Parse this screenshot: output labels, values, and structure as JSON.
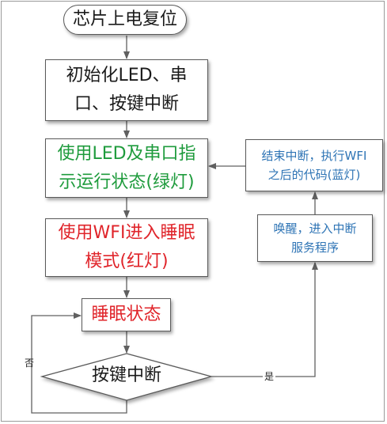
{
  "nodes": {
    "start": {
      "text": "芯片上电复位",
      "color": "#1a1a1a"
    },
    "init": {
      "lines": [
        "初始化LED、串",
        "口、按键中断"
      ],
      "color": "#1a1a1a"
    },
    "run": {
      "lines": [
        "使用LED及串口指",
        "示运行状态(绿灯)"
      ],
      "color": "#1e9b3c"
    },
    "sleepmode": {
      "lines": [
        "使用WFI进入睡眠",
        "模式(红灯)"
      ],
      "color": "#e0242a"
    },
    "sleep": {
      "text": "睡眠状态",
      "color": "#e0242a"
    },
    "decision": {
      "text": "按键中断",
      "color": "#1a1a1a"
    },
    "wake": {
      "lines": [
        "唤醒，进入中断",
        "服务程序"
      ],
      "color": "#2e74b5"
    },
    "after": {
      "lines": [
        "结束中断，执行WFI",
        "之后的代码(蓝灯)"
      ],
      "color": "#2e74b5"
    }
  },
  "edge_labels": {
    "no": "否",
    "yes": "是"
  },
  "colors": {
    "line": "#606060",
    "border": "#5a5a5a",
    "frame": "#9a9a9a"
  }
}
